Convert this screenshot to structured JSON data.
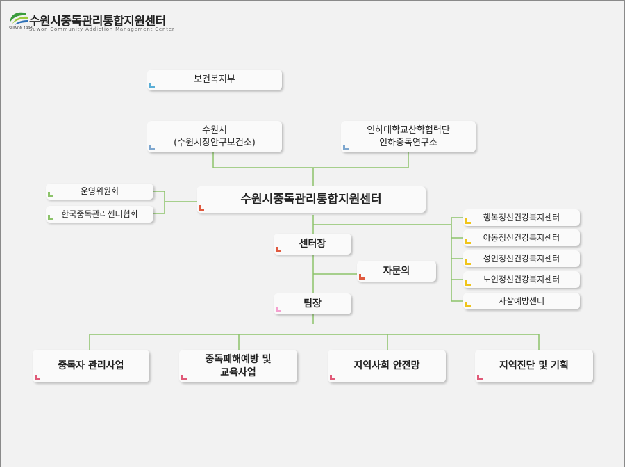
{
  "header": {
    "logo_title": "수원시중독관리통합지원센터",
    "logo_subtitle": "Suwon Community Addiction Management Center",
    "logo_since": "SUWON 1993"
  },
  "org": {
    "ministry": "보건복지부",
    "suwon_city": "수원시\n(수원시장안구보건소)",
    "inha": "인하대학교산학협력단\n인하중독연구소",
    "center": "수원시중독관리통합지원센터",
    "committee": "운영위원회",
    "association": "한국중독관리센터협회",
    "director": "센터장",
    "advisory": "자문의",
    "team_lead": "팀장",
    "related_centers": [
      "행복정신건강복지센터",
      "아동정신건강복지센터",
      "성인정신건강복지센터",
      "노인정신건강복지센터",
      "자살예방센터"
    ],
    "programs": [
      "중독자 관리사업",
      "중독폐해예방 및\n교육사업",
      "지역사회 안전망",
      "지역진단 및 기획"
    ]
  },
  "colors": {
    "line": "#8cc36a",
    "accent_blue": "#5aaed6",
    "accent_red": "#e05a3f",
    "accent_yellow": "#f0c419",
    "accent_pink": "#f5a0cf",
    "accent_crimson": "#e05a78",
    "accent_green": "#8cc36a"
  }
}
